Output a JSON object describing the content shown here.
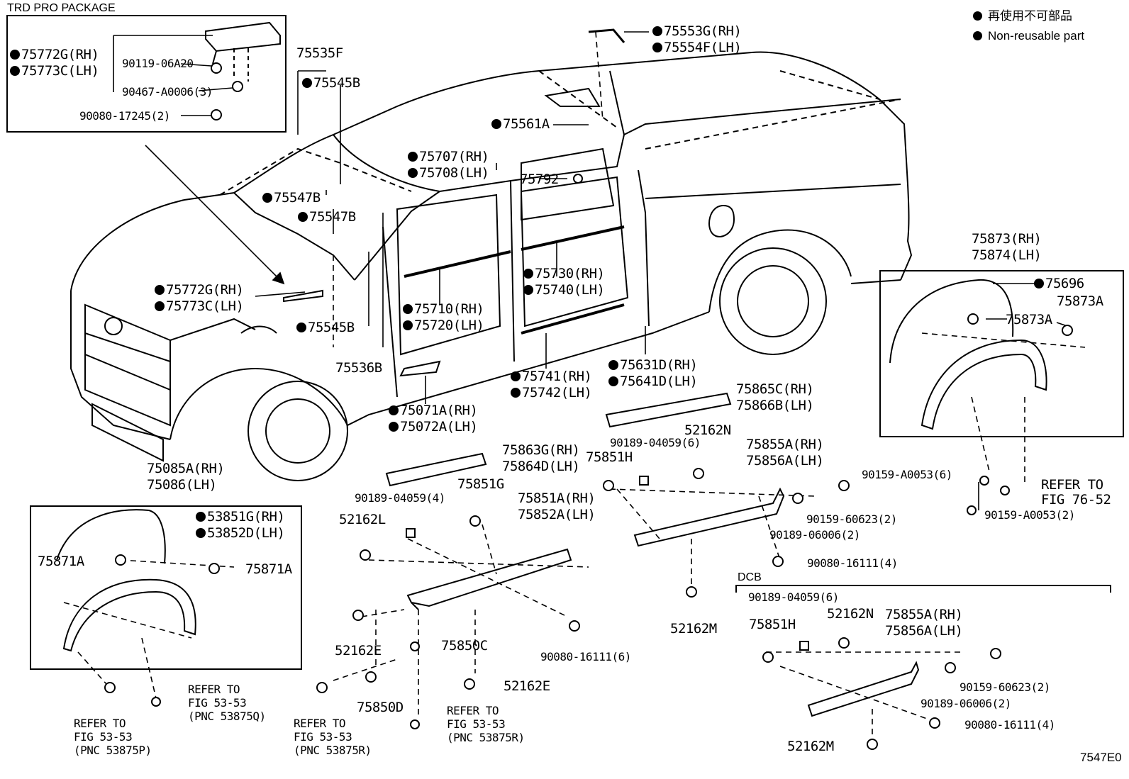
{
  "legend": {
    "item_jp": "再使用不可部品",
    "item_en": "Non-reusable part"
  },
  "sections": {
    "trd_pro": "TRD PRO PACKAGE",
    "dcb": "DCB"
  },
  "figure_code": "7547E0",
  "labels": {
    "p75772g_top": "75772G(RH)",
    "p75773c_top": "75773C(LH)",
    "p90119": "90119-06A20",
    "p90467": "90467-A0006(3)",
    "p90080_17245": "90080-17245(2)",
    "p75535f": "75535F",
    "p75545b_top": "75545B",
    "p75553g": "75553G(RH)",
    "p75554f": "75554F(LH)",
    "p75561a": "75561A",
    "p75707": "75707(RH)",
    "p75708": "75708(LH)",
    "p75792": "75792",
    "p75547b_1": "75547B",
    "p75547b_2": "75547B",
    "p75772g_mid": "75772G(RH)",
    "p75773c_mid": "75773C(LH)",
    "p75730": "75730(RH)",
    "p75740": "75740(LH)",
    "p75710": "75710(RH)",
    "p75720": "75720(LH)",
    "p75545b_mid": "75545B",
    "p75536b": "75536B",
    "p75741": "75741(RH)",
    "p75742": "75742(LH)",
    "p75631d": "75631D(RH)",
    "p75641d": "75641D(LH)",
    "p75071a": "75071A(RH)",
    "p75072a": "75072A(LH)",
    "p75873": "75873(RH)",
    "p75874": "75874(LH)",
    "p75696": "75696",
    "p75873a_1": "75873A",
    "p75873a_2": "75873A",
    "p75865c": "75865C(RH)",
    "p75866b": "75866B(LH)",
    "p52162n_1": "52162N",
    "p90189_04059_6a": "90189-04059(6)",
    "p75851h_1": "75851H",
    "p75855a_1": "75855A(RH)",
    "p75856a_1": "75856A(LH)",
    "p75863g": "75863G(RH)",
    "p75864d": "75864D(LH)",
    "p90189_04059_4": "90189-04059(4)",
    "p75851g": "75851G",
    "p75851a": "75851A(RH)",
    "p75852a": "75852A(LH)",
    "p52162l": "52162L",
    "p90159_a0053_6": "90159-A0053(6)",
    "refer_to_a": "REFER TO",
    "fig_76_52": "FIG 76-52",
    "p90159_60623_1": "90159-60623(2)",
    "p90159_a0053_2": "90159-A0053(2)",
    "p90189_06006_1": "90189-06006(2)",
    "p90080_16111_4a": "90080-16111(4)",
    "p75085a": "75085A(RH)",
    "p75086": "75086(LH)",
    "p53851g": "53851G(RH)",
    "p53852d": "53852D(LH)",
    "p75871a_1": "75871A",
    "p75871a_2": "75871A",
    "p52162e_1": "52162E",
    "p75850c": "75850C",
    "p90080_16111_6": "90080-16111(6)",
    "p52162m_1": "52162M",
    "p90189_04059_6b": "90189-04059(6)",
    "p75851h_2": "75851H",
    "p52162n_2": "52162N",
    "p75855a_2": "75855A(RH)",
    "p75856a_2": "75856A(LH)",
    "p90159_60623_2": "90159-60623(2)",
    "p90189_06006_2": "90189-06006(2)",
    "p90080_16111_4b": "90080-16111(4)",
    "p52162m_2": "52162M",
    "p52162e_2": "52162E",
    "p75850d": "75850D",
    "refer_left_1": "REFER TO",
    "refer_left_2": "FIG 53-53",
    "refer_left_3": "(PNC 53875P)",
    "refer_q_1": "REFER TO",
    "refer_q_2": "FIG 53-53",
    "refer_q_3": "(PNC 53875Q)",
    "refer_r1_1": "REFER TO",
    "refer_r1_2": "FIG 53-53",
    "refer_r1_3": "(PNC 53875R)",
    "refer_r2_1": "REFER TO",
    "refer_r2_2": "FIG 53-53",
    "refer_r2_3": "(PNC 53875R)"
  }
}
